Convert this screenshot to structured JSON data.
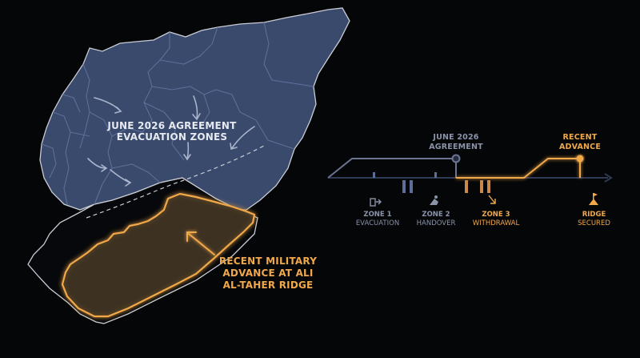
{
  "colors": {
    "background": "#050608",
    "region_fill": "#3a4a6d",
    "region_border": "#5d6f98",
    "outline": "#c9ccd4",
    "advance_orange": "#f0a84a",
    "timeline_line": "#2f3a55",
    "muted_text": "#8a93a8"
  },
  "map": {
    "evacuation_label": [
      "JUNE 2026 AGREEMENT",
      "EVACUATION ZONES"
    ],
    "advance_label": [
      "RECENT MILITARY",
      "ADVANCE AT ALI",
      "AL-TAHER RIDGE"
    ]
  },
  "timeline": {
    "agreement_label": [
      "JUNE 2026",
      "AGREEMENT"
    ],
    "advance_label": [
      "RECENT",
      "ADVANCE"
    ],
    "stages": [
      {
        "title": "ZONE 1",
        "subtitle": "EVACUATION",
        "icon": "exit-door-icon"
      },
      {
        "title": "ZONE 2",
        "subtitle": "HANDOVER",
        "icon": "handover-icon"
      },
      {
        "title": "ZONE 3",
        "subtitle": "WITHDRAWAL",
        "icon": "withdrawal-arrow-icon"
      },
      {
        "title": "RIDGE",
        "subtitle": "SECURED",
        "icon": "ridge-flag-icon"
      }
    ]
  }
}
